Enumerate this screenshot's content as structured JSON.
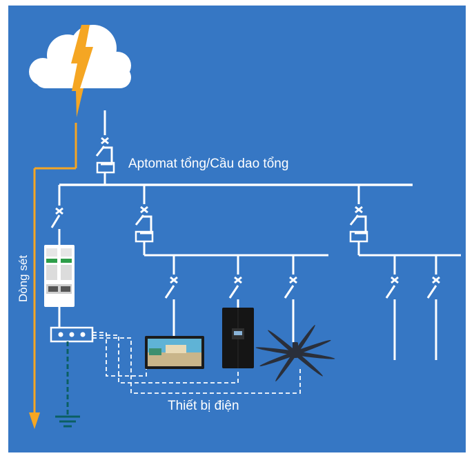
{
  "labels": {
    "main_breaker": "Aptomat tổng/Cầu dao tổng",
    "lightning_current": "Dòng sét",
    "electrical_devices": "Thiết bị điện"
  },
  "colors": {
    "background": "#3677c4",
    "wire": "#ffffff",
    "lightning": "#f5a623",
    "ground": "#0b5f63"
  },
  "icons": [
    "cloud-icon",
    "lightning-bolt-icon",
    "ground-icon",
    "tv-icon",
    "refrigerator-icon",
    "ceiling-fan-icon",
    "surge-protector-icon"
  ]
}
